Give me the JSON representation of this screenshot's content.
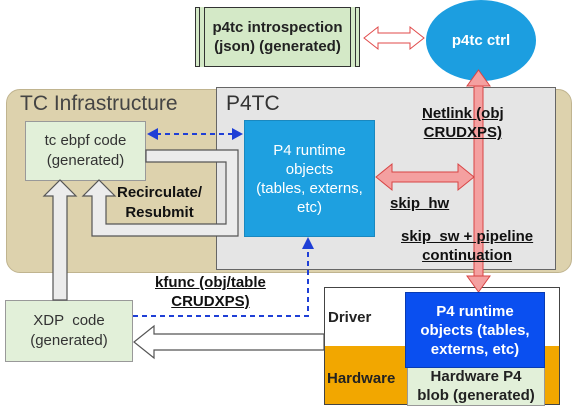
{
  "title": "",
  "containers": {
    "tc_infrastructure": "TC Infrastructure",
    "p4tc": "P4TC"
  },
  "nodes": {
    "introspection": [
      "p4tc introspection",
      "(json) (generated)"
    ],
    "p4tc_ctrl": "p4tc ctrl",
    "tc_ebpf": [
      "tc ebpf code",
      "(generated)"
    ],
    "p4_runtime": [
      "P4 runtime",
      "objects",
      "(tables, externs,",
      "etc)"
    ],
    "xdp": [
      "XDP  code",
      "(generated)"
    ],
    "driver_label": "Driver",
    "hardware_label": "Hardware",
    "driver_p4_runtime": [
      "P4 runtime",
      "objects (tables,",
      "externs, etc)"
    ],
    "hw_p4_blob": [
      "Hardware P4",
      "blob (generated)"
    ]
  },
  "edge_labels": {
    "netlink": [
      "Netlink (obj",
      "CRUDXPS)"
    ],
    "skip_hw": "skip_hw",
    "skip_sw": [
      "skip_sw + pipeline",
      "continuation"
    ],
    "recirculate": [
      "Recirculate/",
      "Resubmit"
    ],
    "kfunc": [
      "kfunc (obj/table",
      "CRUDXPS)"
    ]
  },
  "colors": {
    "tc_infra_fill": "#ddd2ad",
    "p4tc_fill": "#e5e5e5",
    "green_fill": "#e2f0d9",
    "runtime_blue": "#1ea0e0",
    "driver_blue": "#0a4ff0",
    "hardware_orange": "#f2a700",
    "netlink_red": "#f4a0a0",
    "dashed_blue": "#1f3fd6"
  }
}
